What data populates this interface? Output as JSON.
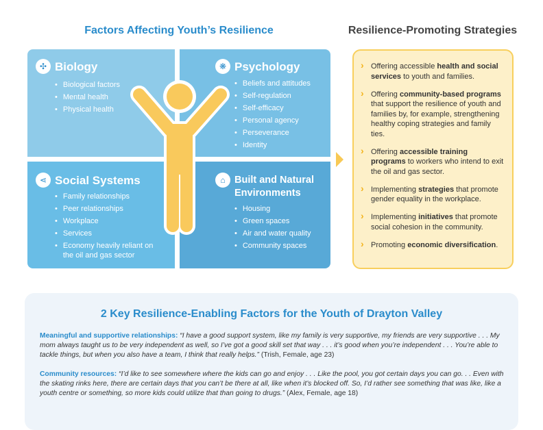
{
  "left_title": "Factors Affecting Youth’s Resilience",
  "right_title": "Resilience-Promoting Strategies",
  "quadrants": [
    {
      "title": "Biology",
      "icon": "dna-icon",
      "items": [
        "Biological factors",
        "Mental health",
        "Physical health"
      ]
    },
    {
      "title": "Psychology",
      "icon": "brain-icon",
      "items": [
        "Beliefs and attitudes",
        "Self-regulation",
        "Self-efficacy",
        "Personal agency",
        "Perseverance",
        "Identity"
      ]
    },
    {
      "title": "Social Systems",
      "icon": "share-icon",
      "items": [
        "Family relationships",
        "Peer relationships",
        "Workplace",
        "Services",
        "Economy heavily reliant on the oil and gas sector"
      ]
    },
    {
      "title": "Built and Natural Environments",
      "icon": "house-icon",
      "items": [
        "Housing",
        "Green spaces",
        "Air and water quality",
        "Community spaces"
      ]
    }
  ],
  "strategies": [
    {
      "pre": "Offering accessible ",
      "bold": "health and social services",
      "post": " to youth and families."
    },
    {
      "pre": "Offering ",
      "bold": "community-based programs",
      "post": " that support the resilience of youth and families by, for example, strengthening healthy coping strategies and family ties."
    },
    {
      "pre": "Offering ",
      "bold": "accessible training programs",
      "post": " to workers who intend to exit the oil and gas sector."
    },
    {
      "pre": "Implementing ",
      "bold": "strategies",
      "post": " that promote gender equality in the workplace."
    },
    {
      "pre": "Implementing ",
      "bold": "initiatives",
      "post": " that promote social cohesion in the community."
    },
    {
      "pre": "Promoting ",
      "bold": "economic diversification",
      "post": "."
    }
  ],
  "bottom": {
    "title": "2 Key Resilience-Enabling Factors for the Youth of Drayton Valley",
    "quotes": [
      {
        "label": "Meaningful and supportive relationships:",
        "quote": "“I have a good support system, like my family is very supportive, my friends are very supportive . . . My mom always taught us to be very independent as well, so I’ve got a good skill set that way . . . it’s good when you’re independent . . . You’re able to tackle things, but when you also have a team, I think that really helps.”",
        "source": "(Trish, Female, age 23)"
      },
      {
        "label": "Community resources:",
        "quote": "“I’d like to see somewhere where the kids can go and enjoy . . . Like the pool, you got certain days you can go. . . Even with the skating rinks here, there are certain days that you can’t be there at all, like when it’s blocked off. So, I’d rather see something that was like, like a youth centre or something, so more kids could utilize that than going to drugs.”",
        "source": "(Alex, Female, age 18)"
      }
    ]
  },
  "colors": {
    "accent": "#2a8ccb",
    "figure": "#f9c95c",
    "strategy_bg": "#fdf0c9"
  }
}
